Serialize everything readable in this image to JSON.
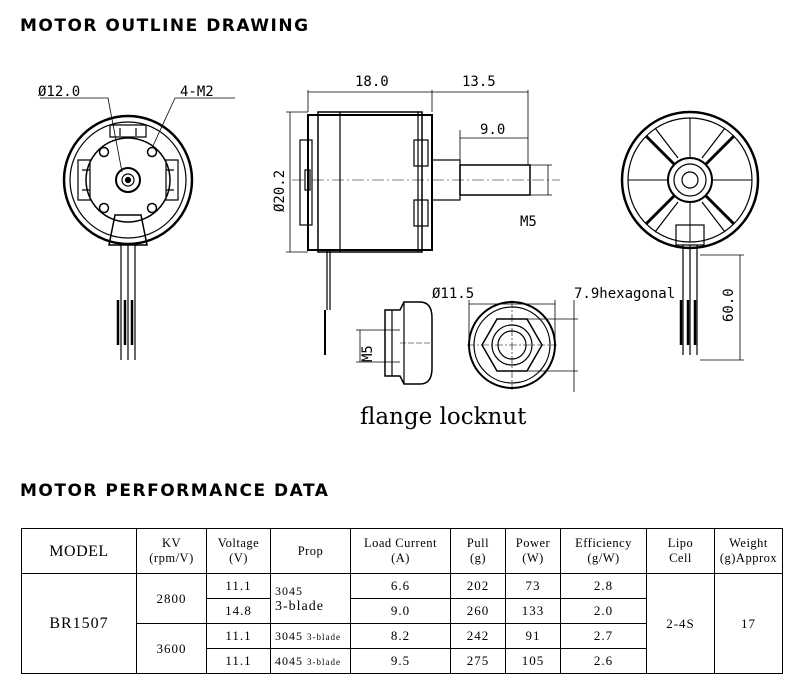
{
  "headings": {
    "outline": "MOTOR OUTLINE DRAWING",
    "performance": "MOTOR PERFORMANCE DATA"
  },
  "dimensions": {
    "d12": "Ø12.0",
    "m2": "4-M2",
    "len18": "18.0",
    "len135": "13.5",
    "len9": "9.0",
    "d202": "Ø20.2",
    "m5_shaft": "M5",
    "d115": "Ø11.5",
    "hex": "7.9hexagonal",
    "m5_nut": "M5",
    "len60": "60.0",
    "nut_label": "flange locknut"
  },
  "table": {
    "headers": {
      "model": "MODEL",
      "kv": "KV",
      "kv_unit": "(rpm/V)",
      "voltage": "Voltage",
      "voltage_unit": "(V)",
      "prop": "Prop",
      "current": "Load Current",
      "current_unit": "(A)",
      "pull": "Pull",
      "pull_unit": "(g)",
      "power": "Power",
      "power_unit": "(W)",
      "eff": "Efficiency",
      "eff_unit": "(g/W)",
      "lipo": "Lipo",
      "lipo_unit": "Cell",
      "weight": "Weight",
      "weight_unit": "(g)Approx"
    },
    "model": "BR1507",
    "kv1": "2800",
    "kv2": "3600",
    "lipo": "2-4S",
    "weight": "17",
    "rows": [
      {
        "voltage": "11.1",
        "current": "6.6",
        "pull": "202",
        "power": "73",
        "eff": "2.8"
      },
      {
        "voltage": "14.8",
        "current": "9.0",
        "pull": "260",
        "power": "133",
        "eff": "2.0"
      },
      {
        "voltage": "11.1",
        "prop": "3045",
        "prop_sub": "3-blade",
        "current": "8.2",
        "pull": "242",
        "power": "91",
        "eff": "2.7"
      },
      {
        "voltage": "11.1",
        "prop": "4045",
        "prop_sub": "3-blade",
        "current": "9.5",
        "pull": "275",
        "power": "105",
        "eff": "2.6"
      }
    ],
    "prop_merged": "3045",
    "prop_merged_sub": "3-blade"
  }
}
